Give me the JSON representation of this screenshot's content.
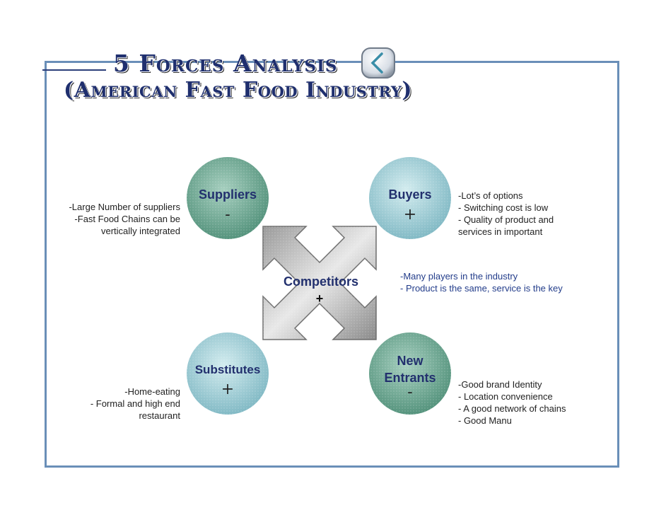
{
  "title": {
    "line1": "5 Forces Analysis",
    "line2": "(American Fast Food Industry)"
  },
  "nav": {
    "back_icon": "chevron-left-icon"
  },
  "colors": {
    "frame": "#6a8fb8",
    "title": "#1f2f6e",
    "green_circle": "#5e9e88",
    "blue_circle": "#8cc3cc",
    "arrow": "#8a8a8a",
    "label": "#22306e"
  },
  "forces": {
    "suppliers": {
      "label": "Suppliers",
      "sign": "-",
      "notes": [
        "-Large Number of suppliers",
        "-Fast Food Chains can be",
        "vertically integrated"
      ]
    },
    "buyers": {
      "label": "Buyers",
      "sign": "+",
      "notes": [
        "-Lot’s of options",
        "- Switching cost is low",
        "- Quality of product and",
        "services in important"
      ]
    },
    "competitors": {
      "label": "Competitors",
      "sign": "+",
      "notes": [
        "-Many players in the industry",
        "- Product is the same, service is the key"
      ]
    },
    "substitutes": {
      "label": "Substitutes",
      "sign": "+",
      "notes": [
        "-Home-eating",
        "- Formal and high end",
        "restaurant"
      ]
    },
    "new_entrants": {
      "label_line1": "New",
      "label_line2": "Entrants",
      "sign": "-",
      "notes": [
        "-Good brand Identity",
        "- Location convenience",
        "- A good network of chains",
        "- Good Manu"
      ]
    }
  }
}
